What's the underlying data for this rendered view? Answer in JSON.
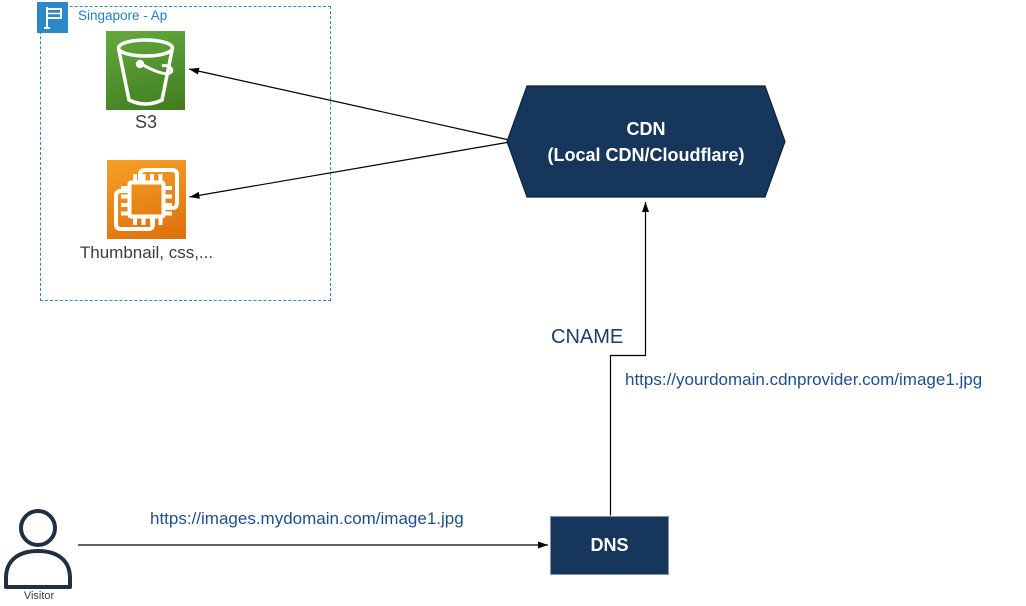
{
  "region": {
    "label": "Singapore - Ap"
  },
  "nodes": {
    "s3": {
      "label": "S3",
      "icon": "s3-bucket-icon"
    },
    "assets": {
      "label": "Thumbnail, css,...",
      "icon": "processor-chip-icon"
    },
    "cdn": {
      "title": "CDN",
      "subtitle": "(Local CDN/Cloudflare)"
    },
    "dns": {
      "label": "DNS"
    },
    "visitor": {
      "label": "Visitor",
      "icon": "person-icon"
    }
  },
  "labels": {
    "cname": "CNAME",
    "cdn_url": "https://yourdomain.cdnprovider.com/image1.jpg",
    "request_url": "https://images.mydomain.com/image1.jpg"
  },
  "colors": {
    "node_navy": "#16365C",
    "region_blue": "#2C89C7",
    "region_border": "#2E86C6",
    "url_text_blue": "#1F4E8C",
    "cname_text_blue": "#1E3D6E",
    "s3_green_top": "#64A93D",
    "s3_green_bottom": "#417C20",
    "chip_orange_top": "#F5A125",
    "chip_orange_bottom": "#DD6F0D",
    "label_text": "#3C3C3C",
    "arrow_black": "#000000"
  }
}
